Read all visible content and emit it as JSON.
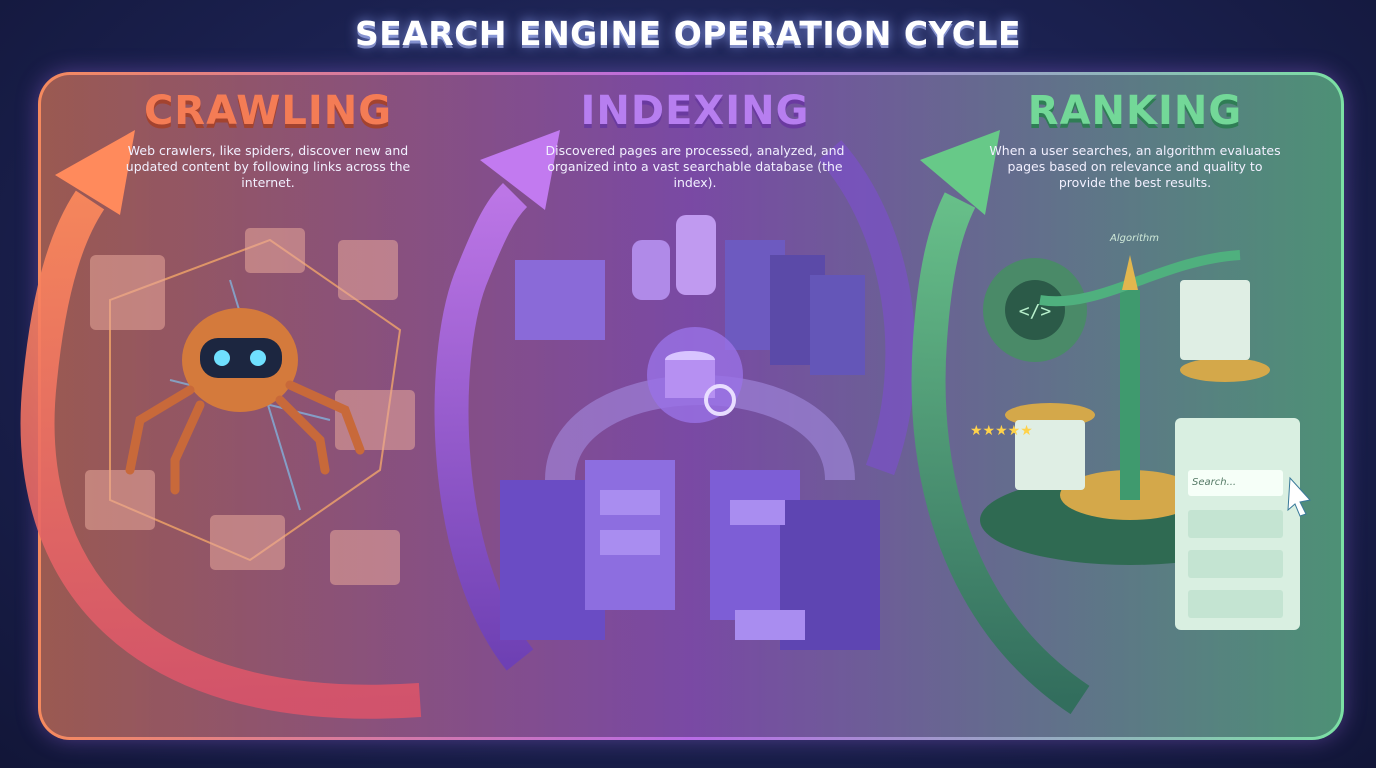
{
  "title": "SEARCH ENGINE OPERATION CYCLE",
  "stages": [
    {
      "name": "CRAWLING",
      "description": "Web crawlers, like spiders, discover new and updated content by following links across the internet.",
      "color": "#f47c55"
    },
    {
      "name": "INDEXING",
      "description": "Discovered pages are processed, analyzed, and organized into a vast searchable database (the index).",
      "color": "#b77ef0"
    },
    {
      "name": "RANKING",
      "description": "When a user searches, an algorithm evaluates pages based on relevance and quality to provide the best results.",
      "color": "#73d898"
    }
  ],
  "illustration_labels": {
    "algorithm": "Algorithm",
    "search": "Search..."
  },
  "icons": [
    "robot-spider-icon",
    "webpage-icon",
    "link-icon",
    "database-icon",
    "server-icon",
    "filing-cabinet-icon",
    "magnifier-icon",
    "gear-code-icon",
    "balance-scale-icon",
    "star-rating-icon",
    "cursor-icon"
  ]
}
